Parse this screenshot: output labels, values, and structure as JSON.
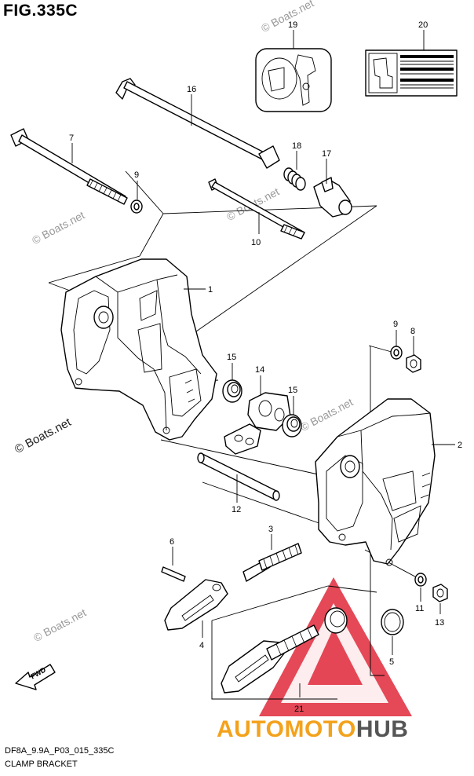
{
  "figure": {
    "title": "FIG.335C",
    "code": "DF8A_9.9A_P03_015_335C",
    "name": "CLAMP BRACKET"
  },
  "watermark": {
    "text": "© Boats.net",
    "prominent_text": "© Boats.net"
  },
  "brand": {
    "left": "AUTOMOTO",
    "right": "HUB",
    "colors": {
      "left": "#f3a21c",
      "right": "#555555",
      "triangle": "#e0283a"
    }
  },
  "callouts": {
    "c1": "1",
    "c2": "2",
    "c3": "3",
    "c4": "4",
    "c5": "5",
    "c6": "6",
    "c7": "7",
    "c8": "8",
    "c9a": "9",
    "c9b": "9",
    "c10": "10",
    "c11": "11",
    "c12": "12",
    "c13": "13",
    "c14": "14",
    "c15a": "15",
    "c15b": "15",
    "c16": "16",
    "c17": "17",
    "c18": "18",
    "c19": "19",
    "c20": "20",
    "c21": "21"
  },
  "fwd_arrow": {
    "label": "FWD"
  }
}
